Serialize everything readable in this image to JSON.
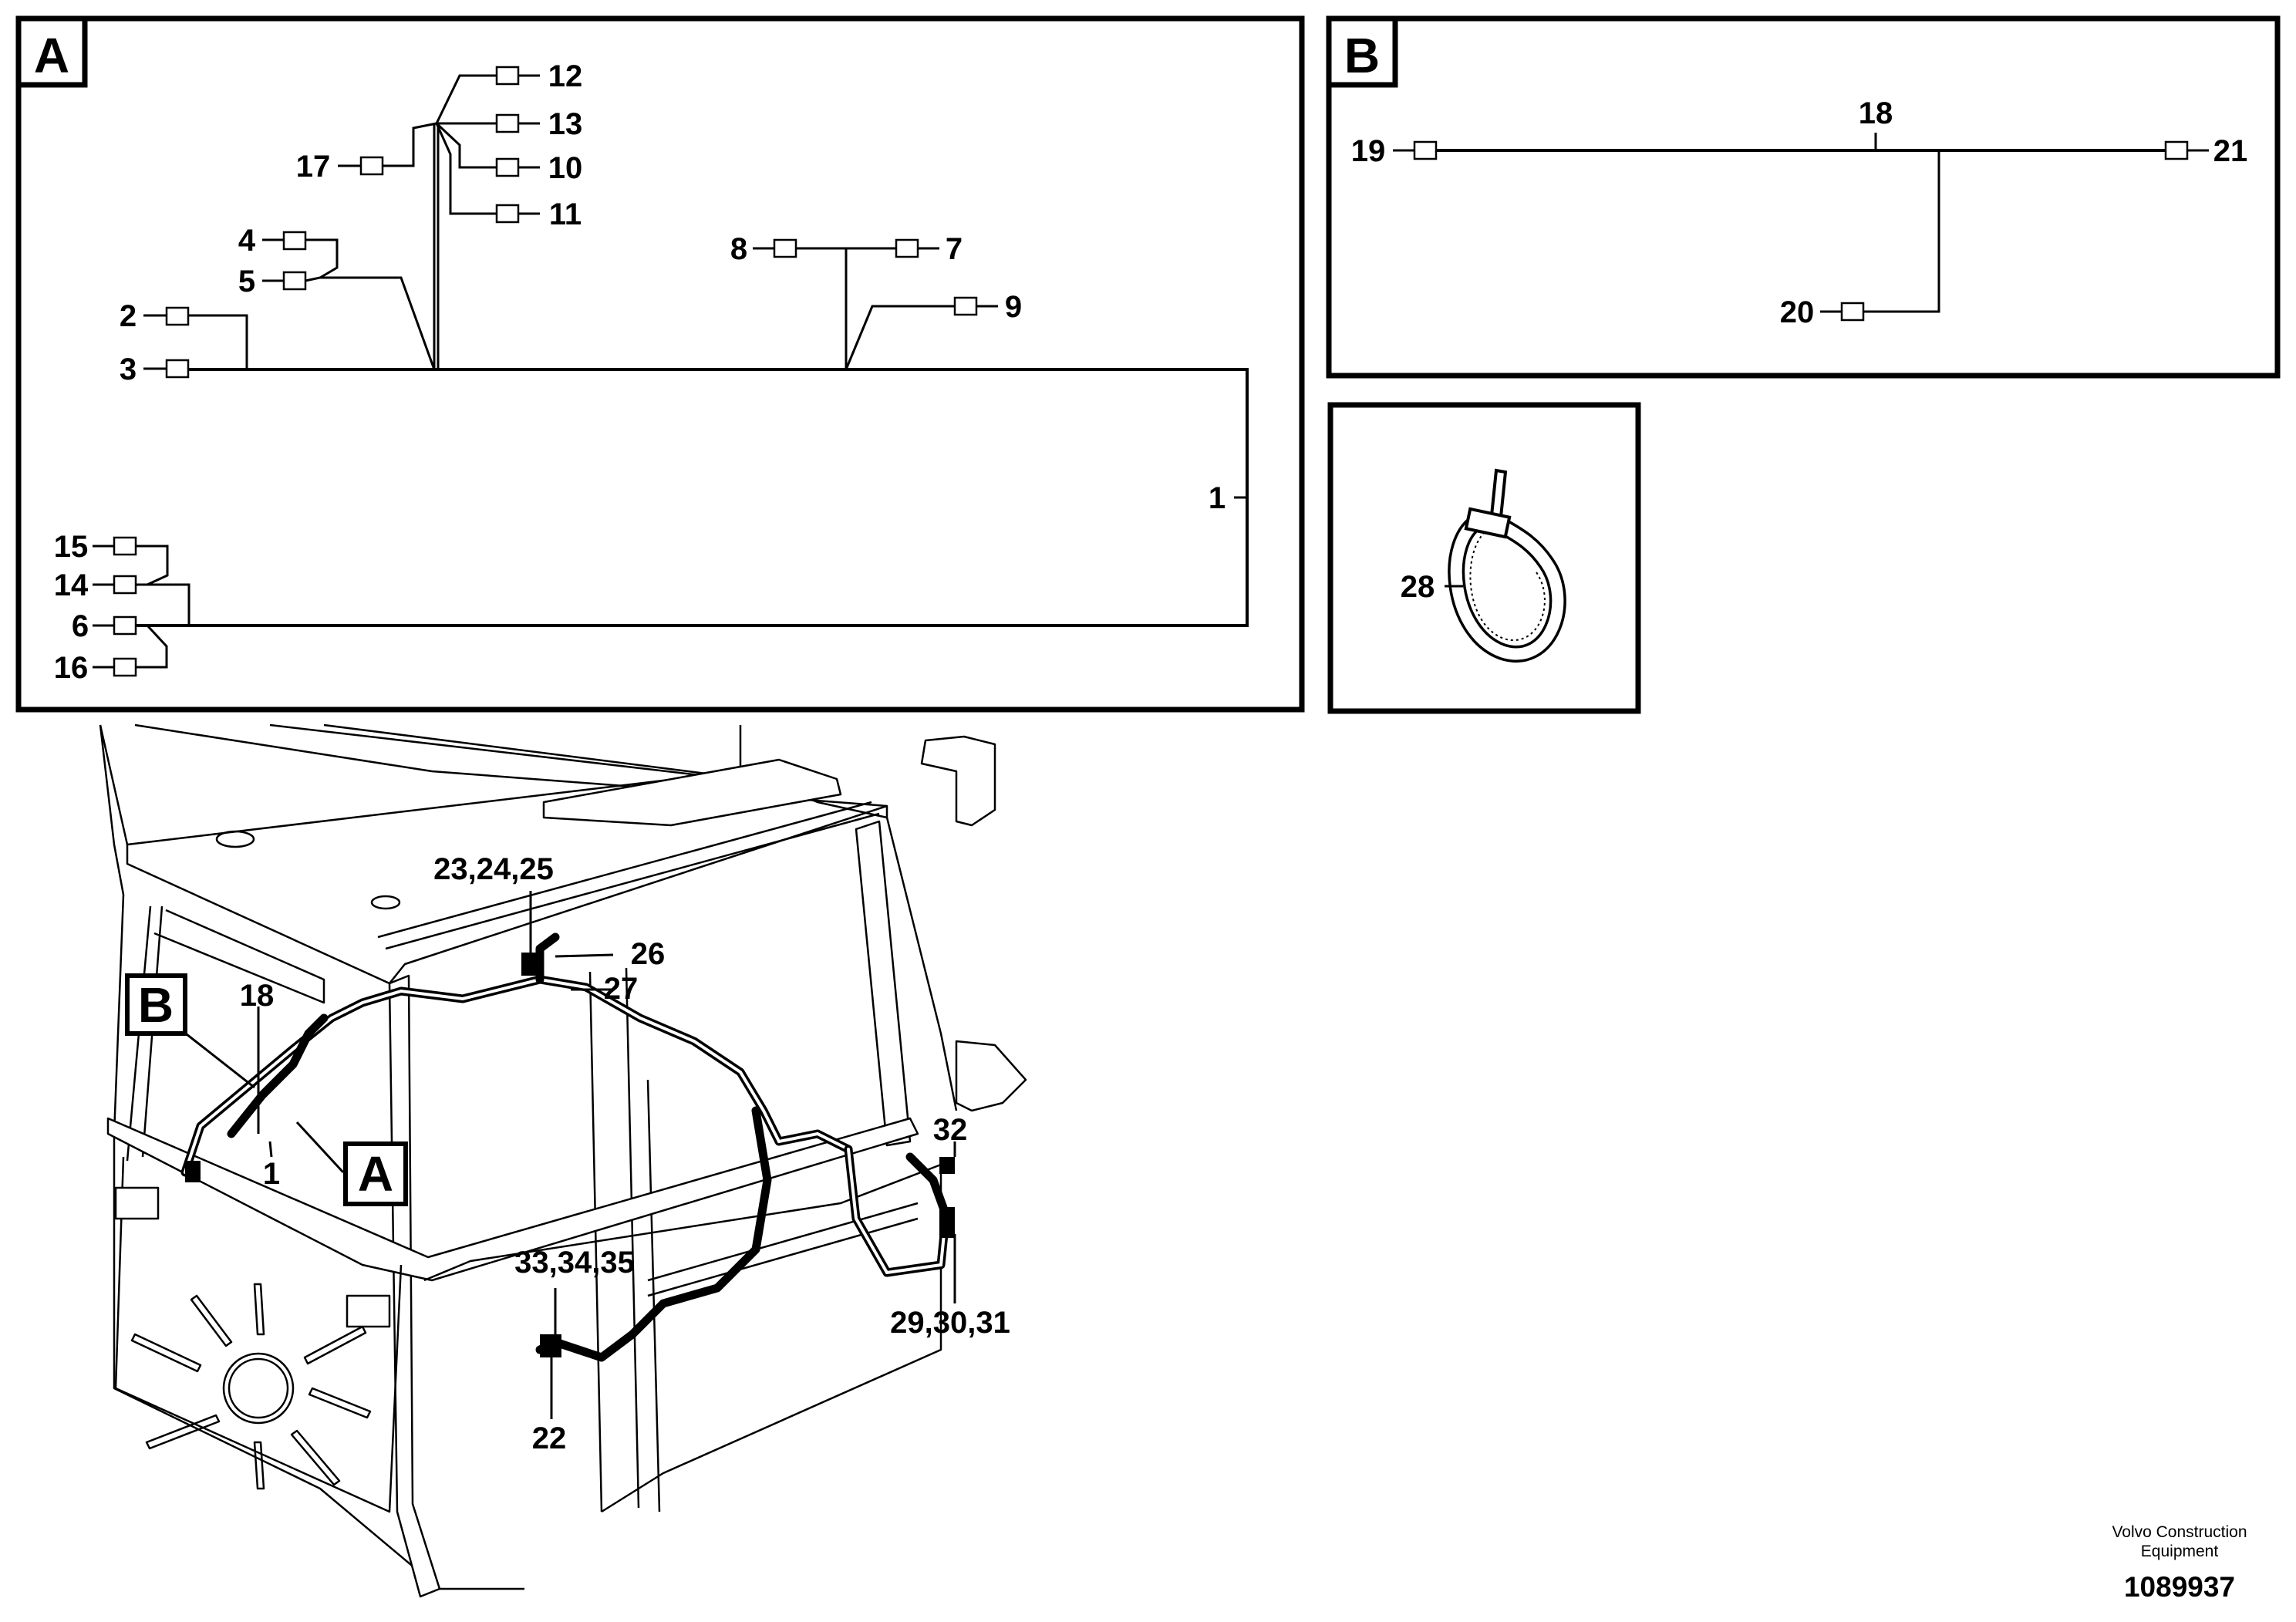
{
  "panel_a": {
    "letter": "A",
    "labels": {
      "n1": "1",
      "n2": "2",
      "n3": "3",
      "n4": "4",
      "n5": "5",
      "n6": "6",
      "n7": "7",
      "n8": "8",
      "n9": "9",
      "n10": "10",
      "n11": "11",
      "n12": "12",
      "n13": "13",
      "n14": "14",
      "n15": "15",
      "n16": "16",
      "n17": "17"
    }
  },
  "panel_b": {
    "letter": "B",
    "labels": {
      "n18": "18",
      "n19": "19",
      "n20": "20",
      "n21": "21"
    }
  },
  "panel_tie": {
    "labels": {
      "n28": "28"
    }
  },
  "cab_view": {
    "callouts": {
      "c_23_24_25": "23,24,25",
      "c_26": "26",
      "c_27": "27",
      "c_18": "18",
      "c_1": "1",
      "c_32": "32",
      "c_33_34_35": "33,34,35",
      "c_29_30_31": "29,30,31",
      "c_22": "22"
    },
    "tags": {
      "b": "B",
      "a": "A"
    }
  },
  "footer": {
    "brand_line1": "Volvo Construction",
    "brand_line2": "Equipment",
    "doc_number": "1089937"
  }
}
